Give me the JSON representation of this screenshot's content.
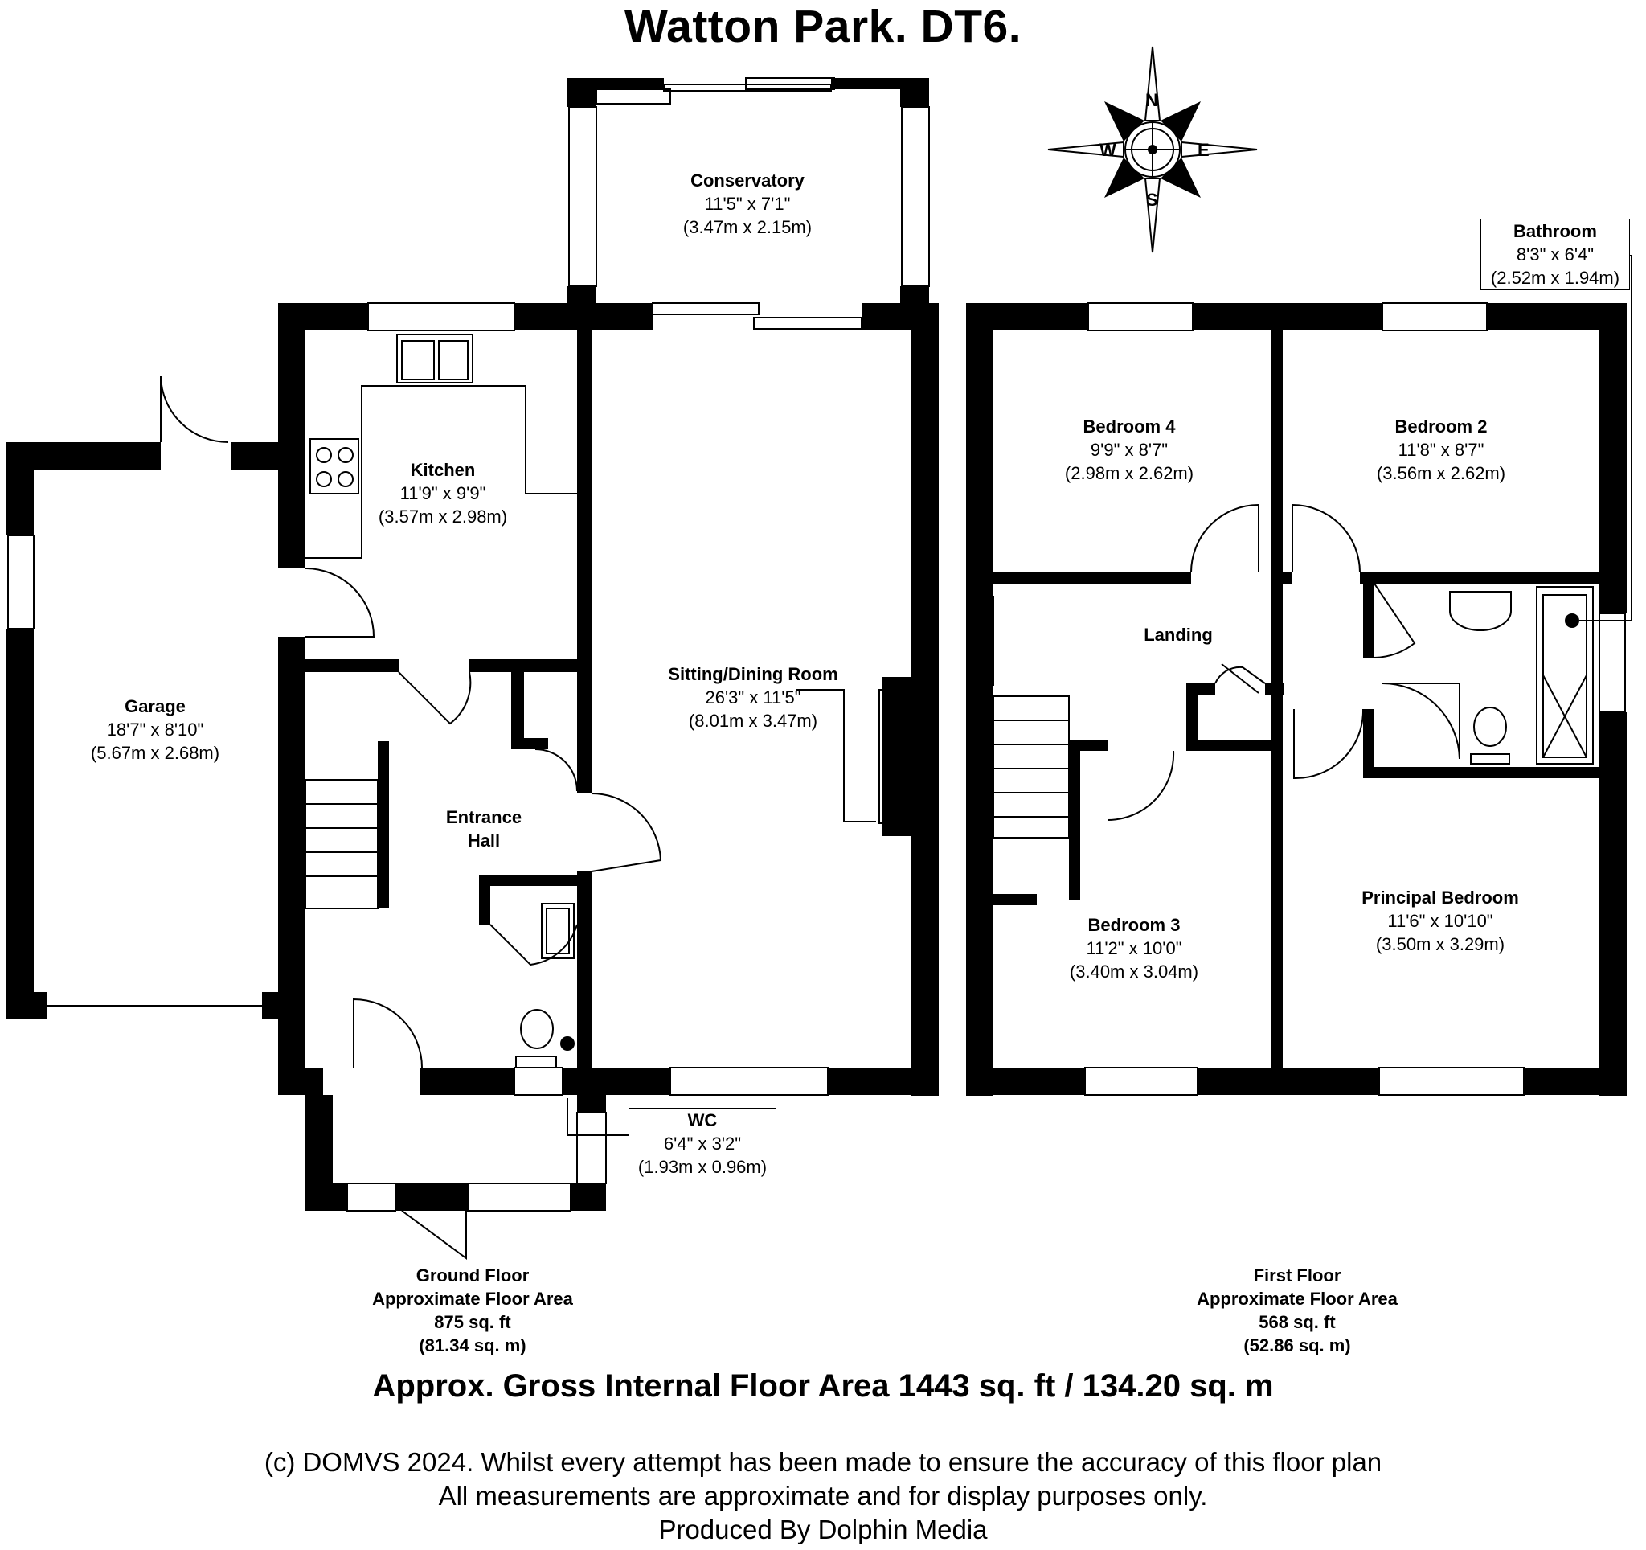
{
  "title": "Watton Park. DT6.",
  "compass": {
    "icon": "compass-rose-icon",
    "n": "N",
    "e": "E",
    "s": "S",
    "w": "W"
  },
  "rooms": {
    "conservatory": {
      "name": "Conservatory",
      "imperial": "11'5\" x 7'1\"",
      "metric": "(3.47m x 2.15m)"
    },
    "kitchen": {
      "name": "Kitchen",
      "imperial": "11'9\" x 9'9\"",
      "metric": "(3.57m x 2.98m)"
    },
    "garage": {
      "name": "Garage",
      "imperial": "18'7\" x 8'10\"",
      "metric": "(5.67m x 2.68m)"
    },
    "sitting": {
      "name": "Sitting/Dining Room",
      "imperial": "26'3\" x 11'5\"",
      "metric": "(8.01m x 3.47m)"
    },
    "hall": {
      "name_line1": "Entrance",
      "name_line2": "Hall"
    },
    "wc": {
      "name": "WC",
      "imperial": "6'4\" x 3'2\"",
      "metric": "(1.93m x 0.96m)"
    },
    "bathroom": {
      "name": "Bathroom",
      "imperial": "8'3\" x 6'4\"",
      "metric": "(2.52m x 1.94m)"
    },
    "bedroom4": {
      "name": "Bedroom 4",
      "imperial": "9'9\" x 8'7\"",
      "metric": "(2.98m x 2.62m)"
    },
    "bedroom2": {
      "name": "Bedroom 2",
      "imperial": "11'8\" x 8'7\"",
      "metric": "(3.56m x 2.62m)"
    },
    "landing": {
      "name": "Landing"
    },
    "bedroom3": {
      "name": "Bedroom 3",
      "imperial": "11'2\" x 10'0\"",
      "metric": "(3.40m x 3.04m)"
    },
    "principal": {
      "name": "Principal Bedroom",
      "imperial": "11'6\" x 10'10\"",
      "metric": "(3.50m x 3.29m)"
    }
  },
  "ground_floor": {
    "line1": "Ground Floor",
    "line2": "Approximate Floor Area",
    "sqft": "875 sq. ft",
    "sqm": "(81.34 sq. m)"
  },
  "first_floor": {
    "line1": "First Floor",
    "line2": "Approximate Floor Area",
    "sqft": "568 sq. ft",
    "sqm": "(52.86 sq. m)"
  },
  "gross_area": "Approx. Gross Internal Floor Area 1443 sq. ft / 134.20 sq. m",
  "disclaimer": {
    "line1": "(c) DOMVS 2024. Whilst every attempt has been made to ensure the accuracy of this floor plan",
    "line2": "All measurements are approximate and for display purposes only.",
    "line3": "Produced By Dolphin Media"
  }
}
